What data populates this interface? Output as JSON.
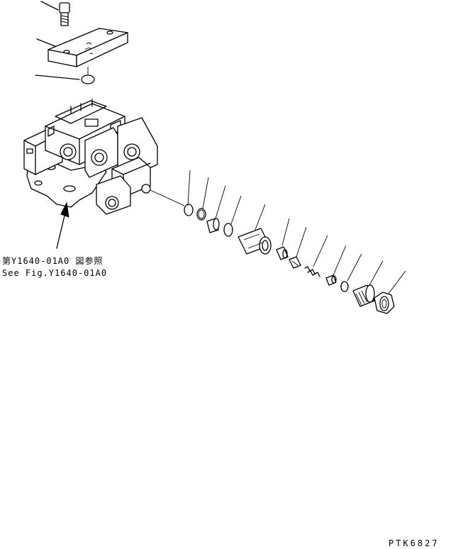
{
  "reference": {
    "jp": "第Y1640-01A0 図参照",
    "en": "See Fig.Y1640-01A0"
  },
  "drawing_code": "PTK6827",
  "parts": [
    "bolt",
    "plate",
    "o-ring",
    "valve-body",
    "o-ring",
    "backup-ring",
    "plug",
    "o-ring",
    "sleeve",
    "spool",
    "poppet",
    "spring",
    "seat",
    "o-ring",
    "adjusting-screw",
    "nut"
  ]
}
